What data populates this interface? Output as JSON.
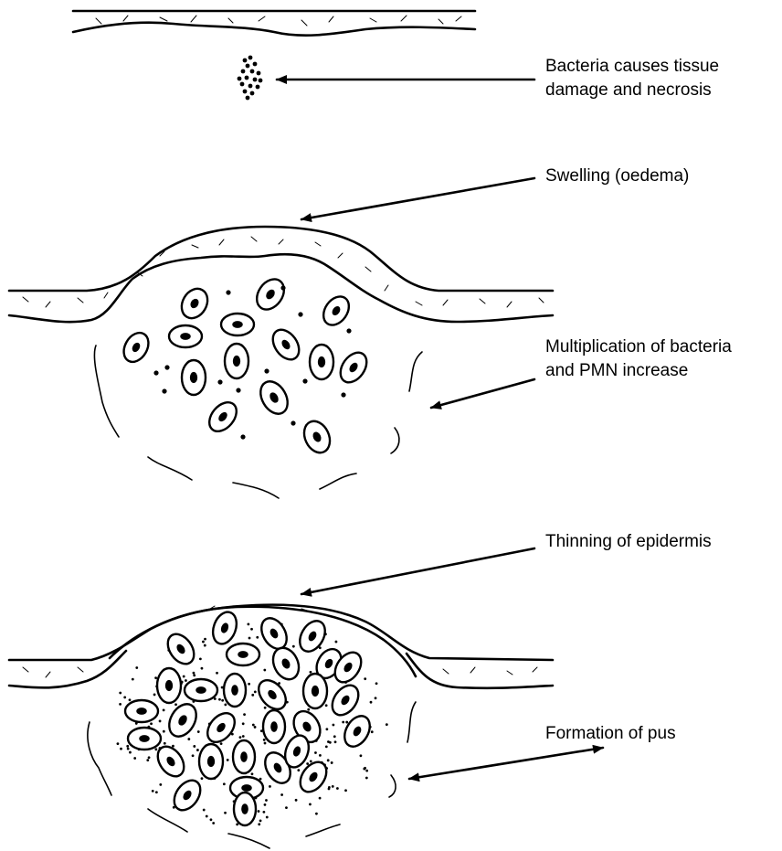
{
  "labels": {
    "bacteria": [
      "Bacteria causes tissue",
      "damage and necrosis"
    ],
    "swelling": [
      "Swelling (oedema)"
    ],
    "multiplication": [
      "Multiplication of bacteria",
      "and PMN increase"
    ],
    "thinning": [
      "Thinning of epidermis"
    ],
    "pus": [
      "Formation of pus"
    ]
  }
}
